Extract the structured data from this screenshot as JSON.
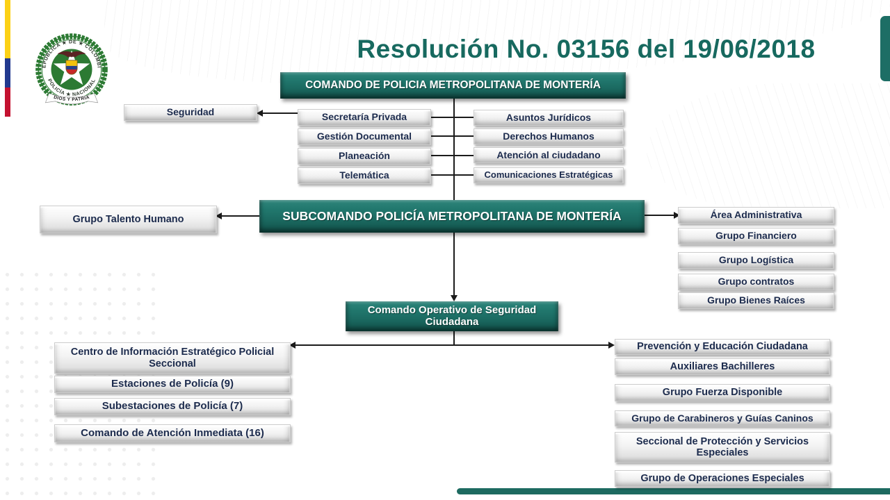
{
  "slide": {
    "title": "Resolución No. 03156 del 19/06/2018"
  },
  "logo": {
    "ring_top": "REPÚBLICA ★ DE ★ COLOMBIA",
    "ring_bottom": "POLICÍA ★ NACIONAL",
    "banner": "DIOS Y PATRIA"
  },
  "org": {
    "comando": "COMANDO DE POLICIA METROPOLITANA DE MONTERÍA",
    "seguridad": "Seguridad",
    "staff_left": [
      "Secretaría Privada",
      "Gestión Documental",
      "Planeación",
      "Telemática"
    ],
    "staff_right": [
      "Asuntos Jurídicos",
      "Derechos Humanos",
      "Atención al ciudadano",
      "Comunicaciones Estratégicas"
    ],
    "subcomando": "SUBCOMANDO POLICÍA METROPOLITANA DE MONTERÍA",
    "talento_humano": "Grupo Talento Humano",
    "admin": [
      "Área Administrativa",
      "Grupo Financiero",
      "Grupo Logística",
      "Grupo contratos",
      "Grupo Bienes Raíces"
    ],
    "comando_operativo": "Comando Operativo de Seguridad Ciudadana",
    "operativo_left": [
      "Centro de Información Estratégico Policial Seccional",
      "Estaciones de Policía (9)",
      "Subestaciones de Policía (7)",
      "Comando de Atención Inmediata (16)"
    ],
    "operativo_right": [
      "Prevención y Educación Ciudadana",
      "Auxiliares Bachilleres",
      "Grupo Fuerza Disponible",
      "Grupo de Carabineros y Guías Caninos",
      "Seccional de Protección y Servicios Especiales",
      "Grupo de Operaciones Especiales"
    ]
  },
  "colors": {
    "teal": "#1d6e65",
    "teal_dark": "#114f48",
    "navy_text": "#1c2b4d",
    "flag_yellow": "#fcd116",
    "flag_blue": "#22398f",
    "flag_red": "#c41230"
  }
}
